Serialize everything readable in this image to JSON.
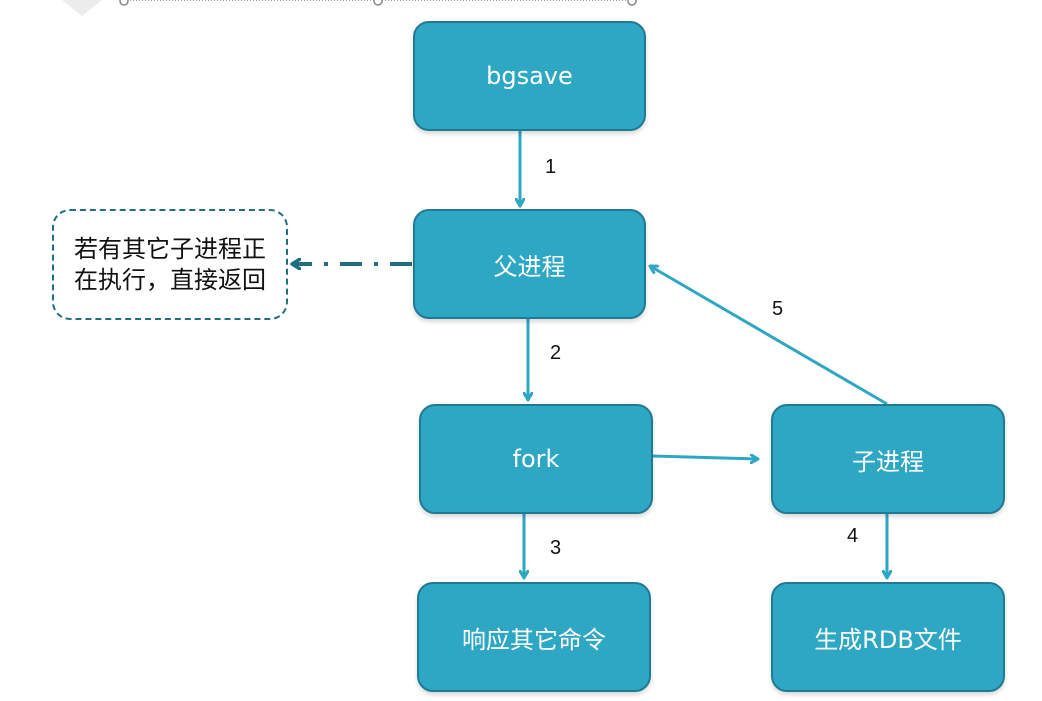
{
  "colors": {
    "box_fill": "#2ea7c4",
    "box_border": "#1f7b92",
    "arrow": "#2ea7c4",
    "dashed": "#1f6f80"
  },
  "nodes": {
    "bgsave": "bgsave",
    "parent": "父进程",
    "fork": "fork",
    "child": "子进程",
    "respond": "响应其它命令",
    "rdb": "生成RDB文件",
    "note": "若有其它子进程正在执行，直接返回"
  },
  "steps": {
    "s1": "1",
    "s2": "2",
    "s3": "3",
    "s4": "4",
    "s5": "5"
  }
}
